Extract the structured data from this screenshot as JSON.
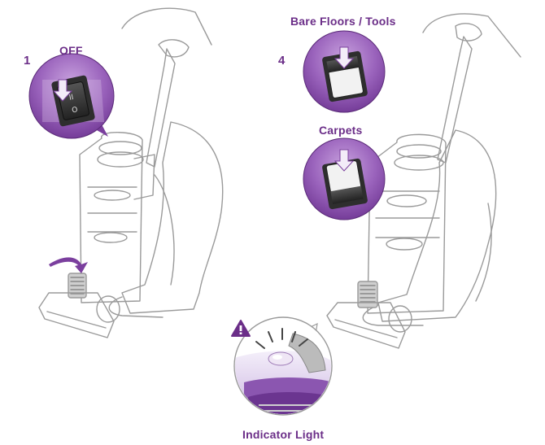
{
  "steps": [
    {
      "number": "1",
      "switch_label": "OFF"
    },
    {
      "number": "4",
      "switch_label_top": "Bare Floors / Tools",
      "switch_label_bottom": "Carpets"
    }
  ],
  "indicator": {
    "label": "Indicator Light"
  },
  "colors": {
    "accent": "#7b3f9e",
    "accent_light": "#b48ad0",
    "accent_dark": "#5a2a78",
    "line": "#9a9a9a",
    "switch_dark": "#3a3a3a"
  }
}
